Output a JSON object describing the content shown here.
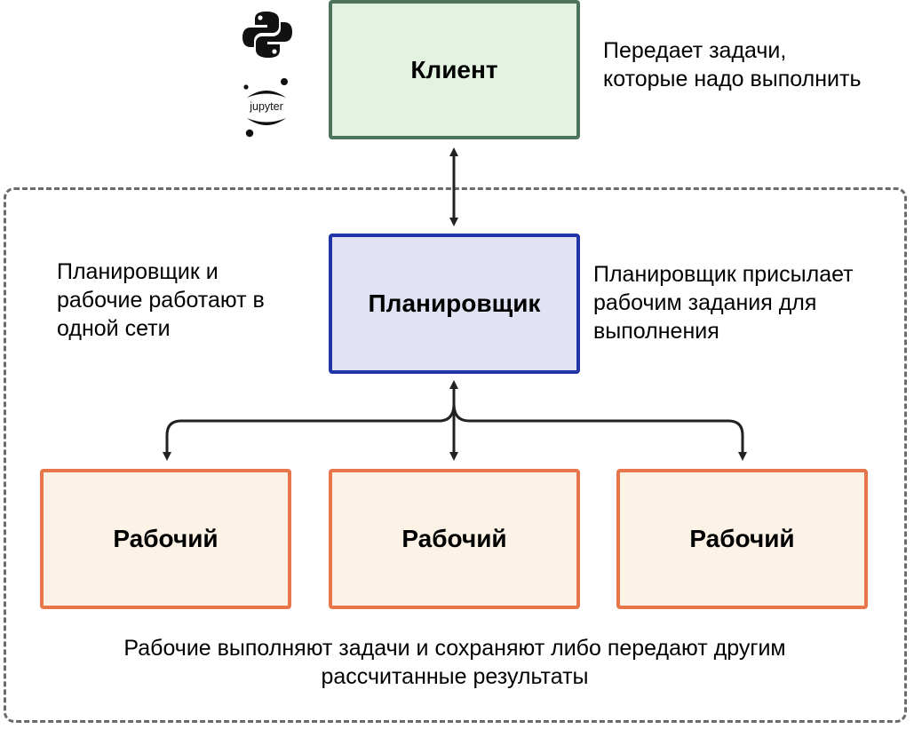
{
  "nodes": {
    "client": "Клиент",
    "scheduler": "Планировщик",
    "workers": [
      "Рабочий",
      "Рабочий",
      "Рабочий"
    ]
  },
  "annotations": {
    "client_note": "Передает задачи,\nкоторые надо выполнить",
    "network_note": "Планировщик и\nрабочие работают в\nодной сети",
    "scheduler_note": "Планировщик присылает\nрабочим задания для\nвыполнения",
    "workers_note": "Рабочие выполняют задачи и сохраняют либо передают другим\nрассчитанные результаты"
  },
  "logos": {
    "python_icon": "python-logo",
    "jupyter_icon": "jupyter-logo",
    "jupyter_wordmark": "jupyter"
  },
  "colors": {
    "client_fill": "#e3f2e1",
    "client_border": "#4d735a",
    "scheduler_fill": "#e1e3f4",
    "scheduler_border": "#2235a8",
    "worker_fill": "#fdf2e6",
    "worker_border": "#e7774b",
    "arrow": "#222222",
    "dashed_border": "#6a6a6a"
  }
}
